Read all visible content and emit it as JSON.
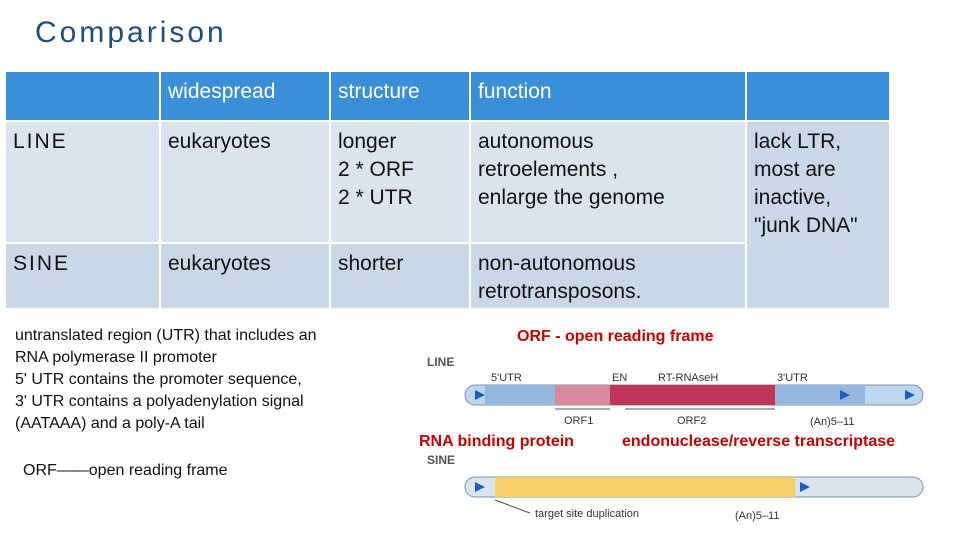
{
  "slide": {
    "title": "Comparison"
  },
  "table": {
    "headers": [
      "",
      "widespread",
      "structure",
      "function",
      ""
    ],
    "rows": [
      {
        "name": "LINE",
        "widespread": " eukaryotes",
        "structure": "longer\n2 * ORF\n2 * UTR",
        "function": "autonomous\nretroelements ,\nenlarge the genome"
      },
      {
        "name": "SINE",
        "widespread": "eukaryotes",
        "structure": "shorter",
        "function": "non-autonomous\nretrotransposons."
      }
    ],
    "merged_note": "lack LTR,\nmost are\ninactive,\n\"junk DNA\""
  },
  "notes": {
    "utr": "untranslated region (UTR) that includes an\nRNA polymerase II promoter\n5' UTR contains the promoter sequence,\n3' UTR contains a polyadenylation signal\n(AATAAA) and a poly-A tail",
    "orf_def": "ORF——open reading frame",
    "orf_title": "ORF - open reading frame",
    "orf1_role": "RNA binding protein",
    "orf2_role": "endonuclease/reverse transcriptase"
  },
  "diagram": {
    "line_label": "LINE",
    "sine_label": "SINE",
    "utr5": "5'UTR",
    "en": "EN",
    "rt": "RT-RNAseH",
    "utr3": "3'UTR",
    "orf1": "ORF1",
    "orf2": "ORF2",
    "polya": "(An)5–11",
    "target": "target site duplication",
    "colors": {
      "utr": "#bcd6ef",
      "orf1": "#d88a9c",
      "orf2": "#c2355a",
      "sine_body": "#f5cf6a",
      "arrow": "#1d5fbf"
    }
  }
}
